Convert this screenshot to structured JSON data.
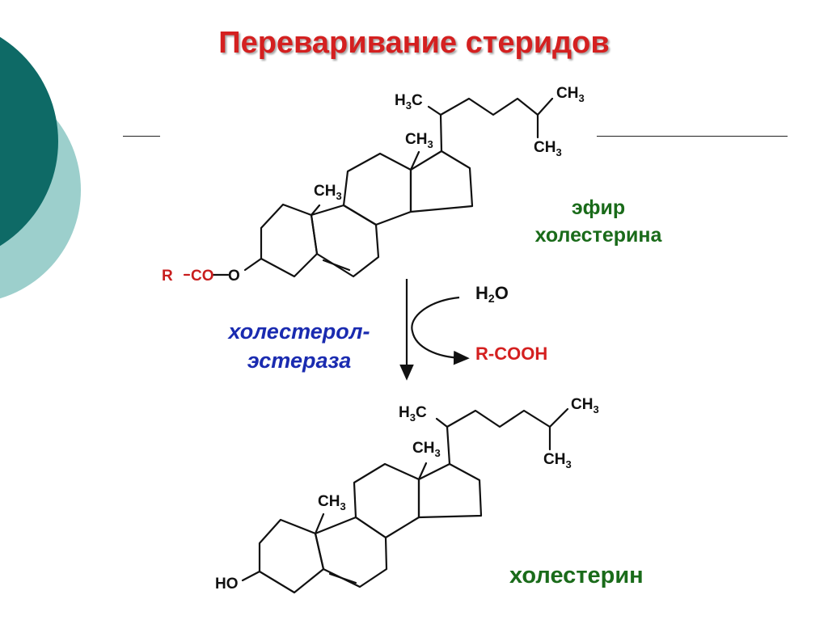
{
  "slide": {
    "title": "Переваривание стеридов"
  },
  "reaction": {
    "reactant_label_line1": "эфир",
    "reactant_label_line2": "холестерина",
    "enzyme_line1": "холестерол-",
    "enzyme_line2": "эстераза",
    "reagent_in": "H2O",
    "reagent_out": "R-COOH",
    "product_label": "холестерин"
  },
  "molecule_atoms": {
    "methyl_h": "H",
    "methyl_c": "C",
    "methyl_3": "3",
    "ester_r": "R",
    "ester_co": "CO",
    "oxygen": "O",
    "hydroxyl": "HO"
  },
  "colors": {
    "title": "#d42020",
    "green_label": "#1a6b1a",
    "enzyme": "#1a2bb0",
    "acid": "#d42020",
    "decor_dark": "#0e6a66",
    "decor_light": "#9ccfcc"
  }
}
